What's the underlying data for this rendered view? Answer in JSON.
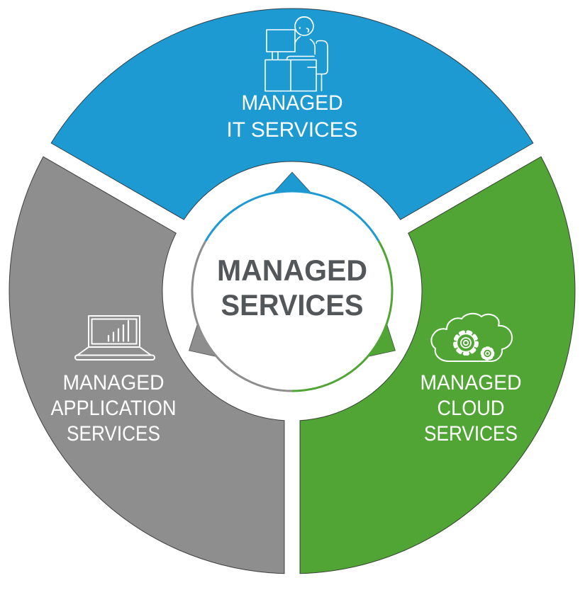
{
  "diagram_title": "MANAGED SERVICES",
  "center": {
    "lines": [
      "MANAGED",
      "SERVICES"
    ],
    "text_color": "#54575a",
    "circle_fill": "#ffffff"
  },
  "segments": [
    {
      "name": "managed-it-services",
      "lines": [
        "MANAGED",
        "IT SERVICES"
      ],
      "color": "#1e9ad2",
      "position": "top",
      "icon": "person-at-desk-icon"
    },
    {
      "name": "managed-application-services",
      "lines": [
        "MANAGED",
        "APPLICATION",
        "SERVICES"
      ],
      "color": "#8e8e8e",
      "position": "bottom-left",
      "icon": "laptop-bar-chart-icon"
    },
    {
      "name": "managed-cloud-services",
      "lines": [
        "MANAGED",
        "CLOUD",
        "SERVICES"
      ],
      "color": "#50a535",
      "position": "bottom-right",
      "icon": "cloud-gears-icon"
    }
  ],
  "colors": {
    "background": "#ffffff",
    "icon_line": "#ffffff",
    "edge_hairline": "#1f1f1f"
  }
}
